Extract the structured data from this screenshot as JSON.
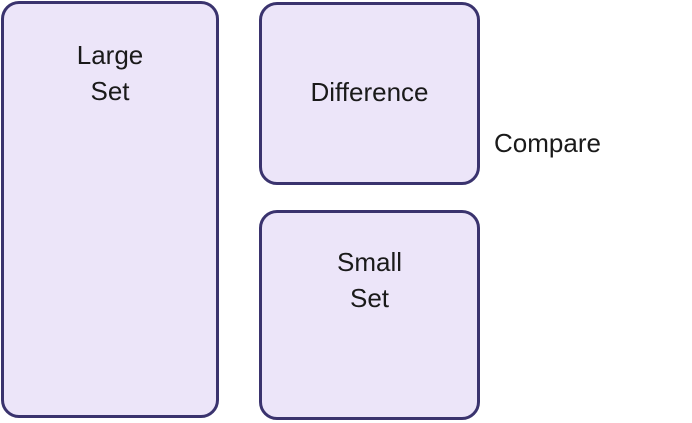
{
  "theme": {
    "canvas_background": "#ffffff",
    "node_fill": "#ece5f9",
    "node_border": "#3a336e",
    "text_color": "#1a1a1a"
  },
  "diagram": {
    "nodes": [
      {
        "id": "large-set",
        "label": "Large\nSet"
      },
      {
        "id": "difference",
        "label": "Difference"
      },
      {
        "id": "small-set",
        "label": "Small\nSet"
      }
    ],
    "labels": {
      "compare": "Compare"
    }
  }
}
